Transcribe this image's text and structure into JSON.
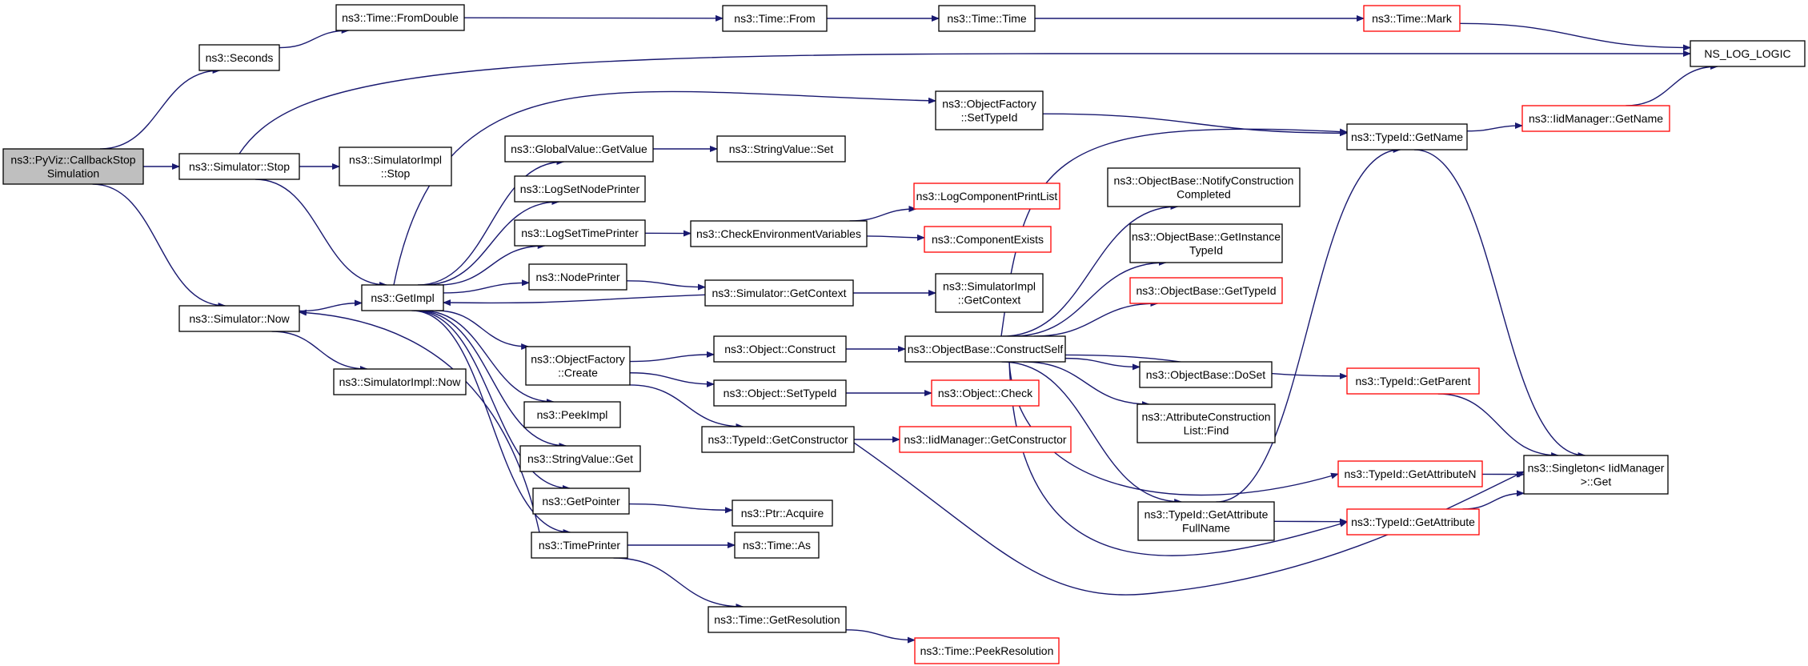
{
  "colors": {
    "edge": "#191970",
    "node_border": "#000000",
    "truncated_border": "#ff0000",
    "root_fill": "#bfbfbf",
    "background": "#ffffff"
  },
  "nodes": [
    {
      "id": "root",
      "lines": [
        "ns3::PyViz::CallbackStop",
        "Simulation"
      ],
      "style": "root"
    },
    {
      "id": "seconds",
      "lines": [
        "ns3::Seconds"
      ],
      "style": "normal"
    },
    {
      "id": "simstop",
      "lines": [
        "ns3::Simulator::Stop"
      ],
      "style": "normal"
    },
    {
      "id": "simnow",
      "lines": [
        "ns3::Simulator::Now"
      ],
      "style": "normal"
    },
    {
      "id": "fromdouble",
      "lines": [
        "ns3::Time::FromDouble"
      ],
      "style": "normal"
    },
    {
      "id": "timefrom",
      "lines": [
        "ns3::Time::From"
      ],
      "style": "normal"
    },
    {
      "id": "timetime",
      "lines": [
        "ns3::Time::Time"
      ],
      "style": "normal"
    },
    {
      "id": "timemark",
      "lines": [
        "ns3::Time::Mark"
      ],
      "style": "truncated"
    },
    {
      "id": "nslog",
      "lines": [
        "NS_LOG_LOGIC"
      ],
      "style": "normal"
    },
    {
      "id": "implstop",
      "lines": [
        "ns3::SimulatorImpl",
        "::Stop"
      ],
      "style": "normal"
    },
    {
      "id": "getimpl",
      "lines": [
        "ns3::GetImpl"
      ],
      "style": "normal"
    },
    {
      "id": "implnow",
      "lines": [
        "ns3::SimulatorImpl::Now"
      ],
      "style": "normal"
    },
    {
      "id": "gvgetvalue",
      "lines": [
        "ns3::GlobalValue::GetValue"
      ],
      "style": "normal"
    },
    {
      "id": "logsetnode",
      "lines": [
        "ns3::LogSetNodePrinter"
      ],
      "style": "normal"
    },
    {
      "id": "logsettime",
      "lines": [
        "ns3::LogSetTimePrinter"
      ],
      "style": "normal"
    },
    {
      "id": "nodeprinter",
      "lines": [
        "ns3::NodePrinter"
      ],
      "style": "normal"
    },
    {
      "id": "ofcreate",
      "lines": [
        "ns3::ObjectFactory",
        "::Create"
      ],
      "style": "normal"
    },
    {
      "id": "peekimpl",
      "lines": [
        "ns3::PeekImpl"
      ],
      "style": "normal"
    },
    {
      "id": "svget",
      "lines": [
        "ns3::StringValue::Get"
      ],
      "style": "normal"
    },
    {
      "id": "getpointer",
      "lines": [
        "ns3::GetPointer"
      ],
      "style": "normal"
    },
    {
      "id": "timeprinter",
      "lines": [
        "ns3::TimePrinter"
      ],
      "style": "normal"
    },
    {
      "id": "svset",
      "lines": [
        "ns3::StringValue::Set"
      ],
      "style": "normal"
    },
    {
      "id": "checkenv",
      "lines": [
        "ns3::CheckEnvironmentVariables"
      ],
      "style": "normal"
    },
    {
      "id": "simgetcontext",
      "lines": [
        "ns3::Simulator::GetContext"
      ],
      "style": "normal"
    },
    {
      "id": "objconstruct",
      "lines": [
        "ns3::Object::Construct"
      ],
      "style": "normal"
    },
    {
      "id": "objsettypeid",
      "lines": [
        "ns3::Object::SetTypeId"
      ],
      "style": "normal"
    },
    {
      "id": "tidgetconstructor",
      "lines": [
        "ns3::TypeId::GetConstructor"
      ],
      "style": "normal"
    },
    {
      "id": "ptracquire",
      "lines": [
        "ns3::Ptr::Acquire"
      ],
      "style": "normal"
    },
    {
      "id": "timeas",
      "lines": [
        "ns3::Time::As"
      ],
      "style": "normal"
    },
    {
      "id": "timegetres",
      "lines": [
        "ns3::Time::GetResolution"
      ],
      "style": "normal"
    },
    {
      "id": "timepeekres",
      "lines": [
        "ns3::Time::PeekResolution"
      ],
      "style": "truncated"
    },
    {
      "id": "ofsettypeid",
      "lines": [
        "ns3::ObjectFactory",
        "::SetTypeId"
      ],
      "style": "normal"
    },
    {
      "id": "logcompprint",
      "lines": [
        "ns3::LogComponentPrintList"
      ],
      "style": "truncated"
    },
    {
      "id": "compexists",
      "lines": [
        "ns3::ComponentExists"
      ],
      "style": "truncated"
    },
    {
      "id": "implgetcontext",
      "lines": [
        "ns3::SimulatorImpl",
        "::GetContext"
      ],
      "style": "normal"
    },
    {
      "id": "obconstructself",
      "lines": [
        "ns3::ObjectBase::ConstructSelf"
      ],
      "style": "normal"
    },
    {
      "id": "objcheck",
      "lines": [
        "ns3::Object::Check"
      ],
      "style": "truncated"
    },
    {
      "id": "iidgetconstructor",
      "lines": [
        "ns3::IidManager::GetConstructor"
      ],
      "style": "truncated"
    },
    {
      "id": "obnotify",
      "lines": [
        "ns3::ObjectBase::NotifyConstruction",
        "Completed"
      ],
      "style": "normal"
    },
    {
      "id": "obgetinstance",
      "lines": [
        "ns3::ObjectBase::GetInstance",
        "TypeId"
      ],
      "style": "normal"
    },
    {
      "id": "obgettypeid",
      "lines": [
        "ns3::ObjectBase::GetTypeId"
      ],
      "style": "truncated"
    },
    {
      "id": "obdoset",
      "lines": [
        "ns3::ObjectBase::DoSet"
      ],
      "style": "normal"
    },
    {
      "id": "attrfind",
      "lines": [
        "ns3::AttributeConstruction",
        "List::Find"
      ],
      "style": "normal"
    },
    {
      "id": "tidgetattrfull",
      "lines": [
        "ns3::TypeId::GetAttribute",
        "FullName"
      ],
      "style": "normal"
    },
    {
      "id": "tidgetname",
      "lines": [
        "ns3::TypeId::GetName"
      ],
      "style": "normal"
    },
    {
      "id": "iidgetname",
      "lines": [
        "ns3::IidManager::GetName"
      ],
      "style": "truncated"
    },
    {
      "id": "tidgetparent",
      "lines": [
        "ns3::TypeId::GetParent"
      ],
      "style": "truncated"
    },
    {
      "id": "tidgetattrn",
      "lines": [
        "ns3::TypeId::GetAttributeN"
      ],
      "style": "truncated"
    },
    {
      "id": "tidgetattr",
      "lines": [
        "ns3::TypeId::GetAttribute"
      ],
      "style": "truncated"
    },
    {
      "id": "singleton",
      "lines": [
        "ns3::Singleton< IidManager",
        ">::Get"
      ],
      "style": "normal"
    }
  ],
  "edges": [
    [
      "root",
      "seconds"
    ],
    [
      "root",
      "simstop"
    ],
    [
      "root",
      "simnow"
    ],
    [
      "seconds",
      "fromdouble"
    ],
    [
      "fromdouble",
      "timefrom"
    ],
    [
      "timefrom",
      "timetime"
    ],
    [
      "timetime",
      "timemark"
    ],
    [
      "timemark",
      "nslog"
    ],
    [
      "simstop",
      "nslog"
    ],
    [
      "simstop",
      "implstop"
    ],
    [
      "simstop",
      "getimpl"
    ],
    [
      "simnow",
      "getimpl"
    ],
    [
      "simnow",
      "implnow"
    ],
    [
      "getimpl",
      "ofsettypeid"
    ],
    [
      "getimpl",
      "gvgetvalue"
    ],
    [
      "getimpl",
      "logsetnode"
    ],
    [
      "getimpl",
      "logsettime"
    ],
    [
      "getimpl",
      "nodeprinter"
    ],
    [
      "getimpl",
      "ofcreate"
    ],
    [
      "getimpl",
      "peekimpl"
    ],
    [
      "getimpl",
      "svget"
    ],
    [
      "getimpl",
      "getpointer"
    ],
    [
      "getimpl",
      "timeprinter"
    ],
    [
      "simgetcontext",
      "getimpl"
    ],
    [
      "gvgetvalue",
      "svset"
    ],
    [
      "logsettime",
      "checkenv"
    ],
    [
      "checkenv",
      "logcompprint"
    ],
    [
      "checkenv",
      "compexists"
    ],
    [
      "nodeprinter",
      "simgetcontext"
    ],
    [
      "simgetcontext",
      "implgetcontext"
    ],
    [
      "ofcreate",
      "objconstruct"
    ],
    [
      "ofcreate",
      "objsettypeid"
    ],
    [
      "ofcreate",
      "tidgetconstructor"
    ],
    [
      "objconstruct",
      "obconstructself"
    ],
    [
      "objsettypeid",
      "objcheck"
    ],
    [
      "tidgetconstructor",
      "iidgetconstructor"
    ],
    [
      "tidgetconstructor",
      "singleton"
    ],
    [
      "getpointer",
      "ptracquire"
    ],
    [
      "timeprinter",
      "timeas"
    ],
    [
      "timeprinter",
      "timegetres"
    ],
    [
      "timegetres",
      "timepeekres"
    ],
    [
      "timeprinter",
      "simnow"
    ],
    [
      "ofsettypeid",
      "tidgetname"
    ],
    [
      "obconstructself",
      "tidgetname"
    ],
    [
      "obconstructself",
      "obnotify"
    ],
    [
      "obconstructself",
      "obgetinstance"
    ],
    [
      "obconstructself",
      "obgettypeid"
    ],
    [
      "obconstructself",
      "tidgetparent"
    ],
    [
      "obconstructself",
      "obdoset"
    ],
    [
      "obconstructself",
      "attrfind"
    ],
    [
      "obconstructself",
      "tidgetattrn"
    ],
    [
      "obconstructself",
      "tidgetattrfull"
    ],
    [
      "obconstructself",
      "tidgetattr"
    ],
    [
      "tidgetattrfull",
      "tidgetname"
    ],
    [
      "tidgetattrfull",
      "tidgetattr"
    ],
    [
      "tidgetname",
      "iidgetname"
    ],
    [
      "tidgetname",
      "singleton"
    ],
    [
      "iidgetname",
      "nslog"
    ],
    [
      "tidgetparent",
      "singleton"
    ],
    [
      "tidgetattrn",
      "singleton"
    ],
    [
      "tidgetattr",
      "singleton"
    ]
  ]
}
